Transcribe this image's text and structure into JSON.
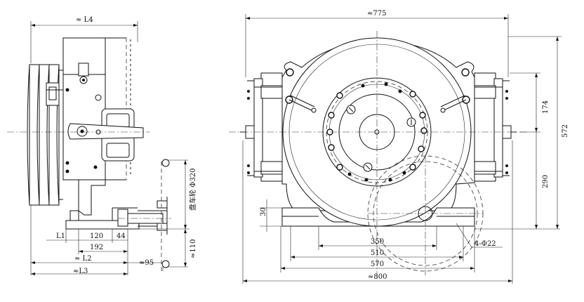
{
  "side_view": {
    "dim_L4": "≈ L4",
    "dim_L1": "L1",
    "dim_120": "120",
    "dim_44": "44",
    "dim_192": "192",
    "dim_L2": "≈ L2",
    "dim_L3": "≈L3",
    "dim_95": "≈95",
    "dim_110": "≈110",
    "handwheel_label": "盘车轮 Φ320"
  },
  "front_view": {
    "dim_775": "≈775",
    "dim_174": "174",
    "dim_572": "572",
    "dim_290": "290",
    "dim_30": "30",
    "dim_350": "350",
    "dim_510": "510",
    "dim_570": "570",
    "dim_800": "≈800",
    "bolt_holes": "4-Φ22"
  }
}
